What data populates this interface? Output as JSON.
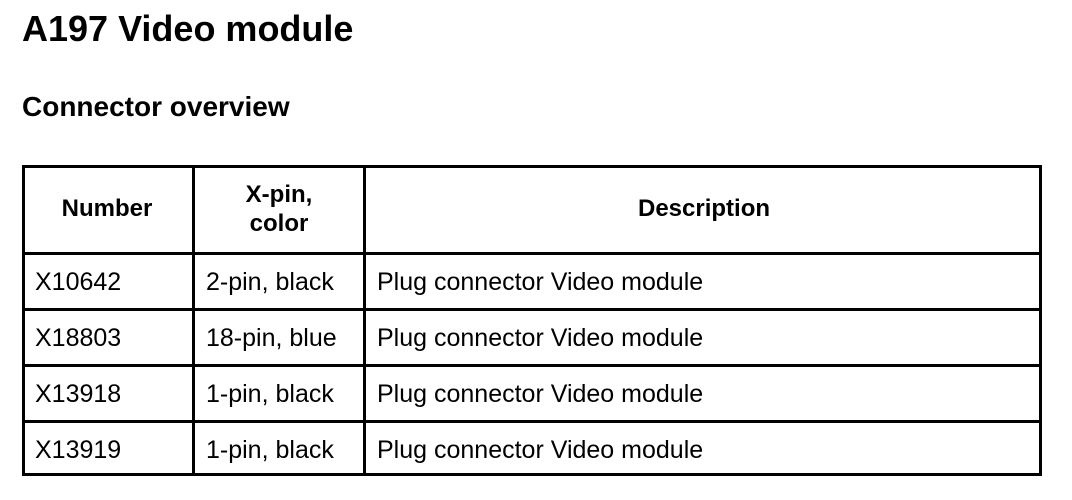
{
  "document": {
    "title": "A197 Video module",
    "section_title": "Connector overview"
  },
  "table": {
    "headers": [
      "Number",
      "X-pin,\ncolor",
      "Description"
    ],
    "header_col1": "Number",
    "header_col2_line1": "X-pin,",
    "header_col2_line2": "color",
    "header_col3": "Description",
    "rows": [
      {
        "number": "X10642",
        "pins_color": "2-pin, black",
        "description": "Plug connector Video module"
      },
      {
        "number": "X18803",
        "pins_color": "18-pin, blue",
        "description": "Plug connector Video module"
      },
      {
        "number": "X13918",
        "pins_color": "1-pin, black",
        "description": "Plug connector Video module"
      },
      {
        "number": "X13919",
        "pins_color": "1-pin, black",
        "description": "Plug connector Video module"
      }
    ]
  },
  "colors": {
    "text": "#000000",
    "border": "#000000",
    "background": "#ffffff"
  }
}
